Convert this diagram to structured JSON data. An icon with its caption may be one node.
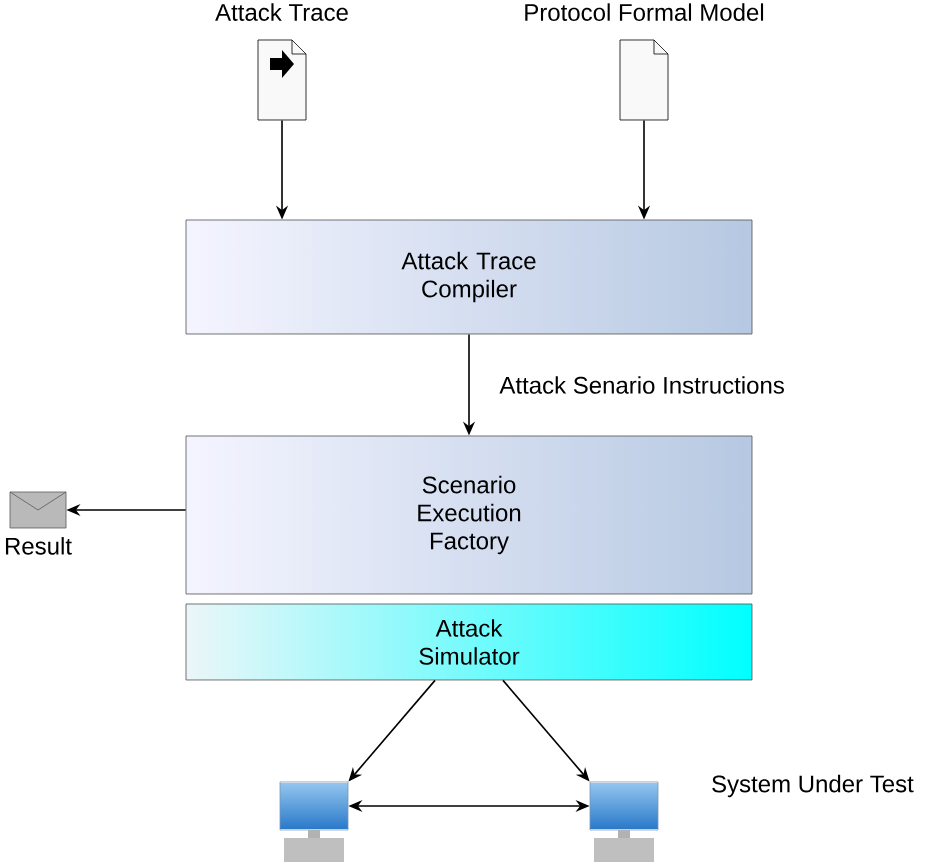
{
  "diagram": {
    "nodes": [
      {
        "text": [
          "Attack Trace"
        ]
      },
      {
        "text": [
          "Protocol Formal Model"
        ]
      },
      {
        "text": [
          "Attack Trace Compiler"
        ]
      },
      {
        "text": [
          "Scenario Execution Factory"
        ]
      },
      {
        "text": [
          "Attack Simulator"
        ]
      },
      {
        "text": [
          "Result"
        ]
      },
      {
        "text": [],
        "shape": "computer"
      },
      {
        "text": [],
        "shape": "computer"
      }
    ],
    "edges": [
      {
        "from": 0,
        "to": 2,
        "arrow": "to"
      },
      {
        "from": 1,
        "to": 2,
        "arrow": "to"
      },
      {
        "from": 2,
        "to": 3,
        "arrow": "to",
        "label": "Attack Senario Instructions"
      },
      {
        "from": 3,
        "to": 5,
        "arrow": "to"
      },
      {
        "from": 4,
        "to": 6,
        "arrow": "to"
      },
      {
        "from": 4,
        "to": 7,
        "arrow": "to"
      },
      {
        "from": 6,
        "to": 7,
        "arrow": "both"
      }
    ],
    "labels": [
      "System Under Test"
    ]
  }
}
